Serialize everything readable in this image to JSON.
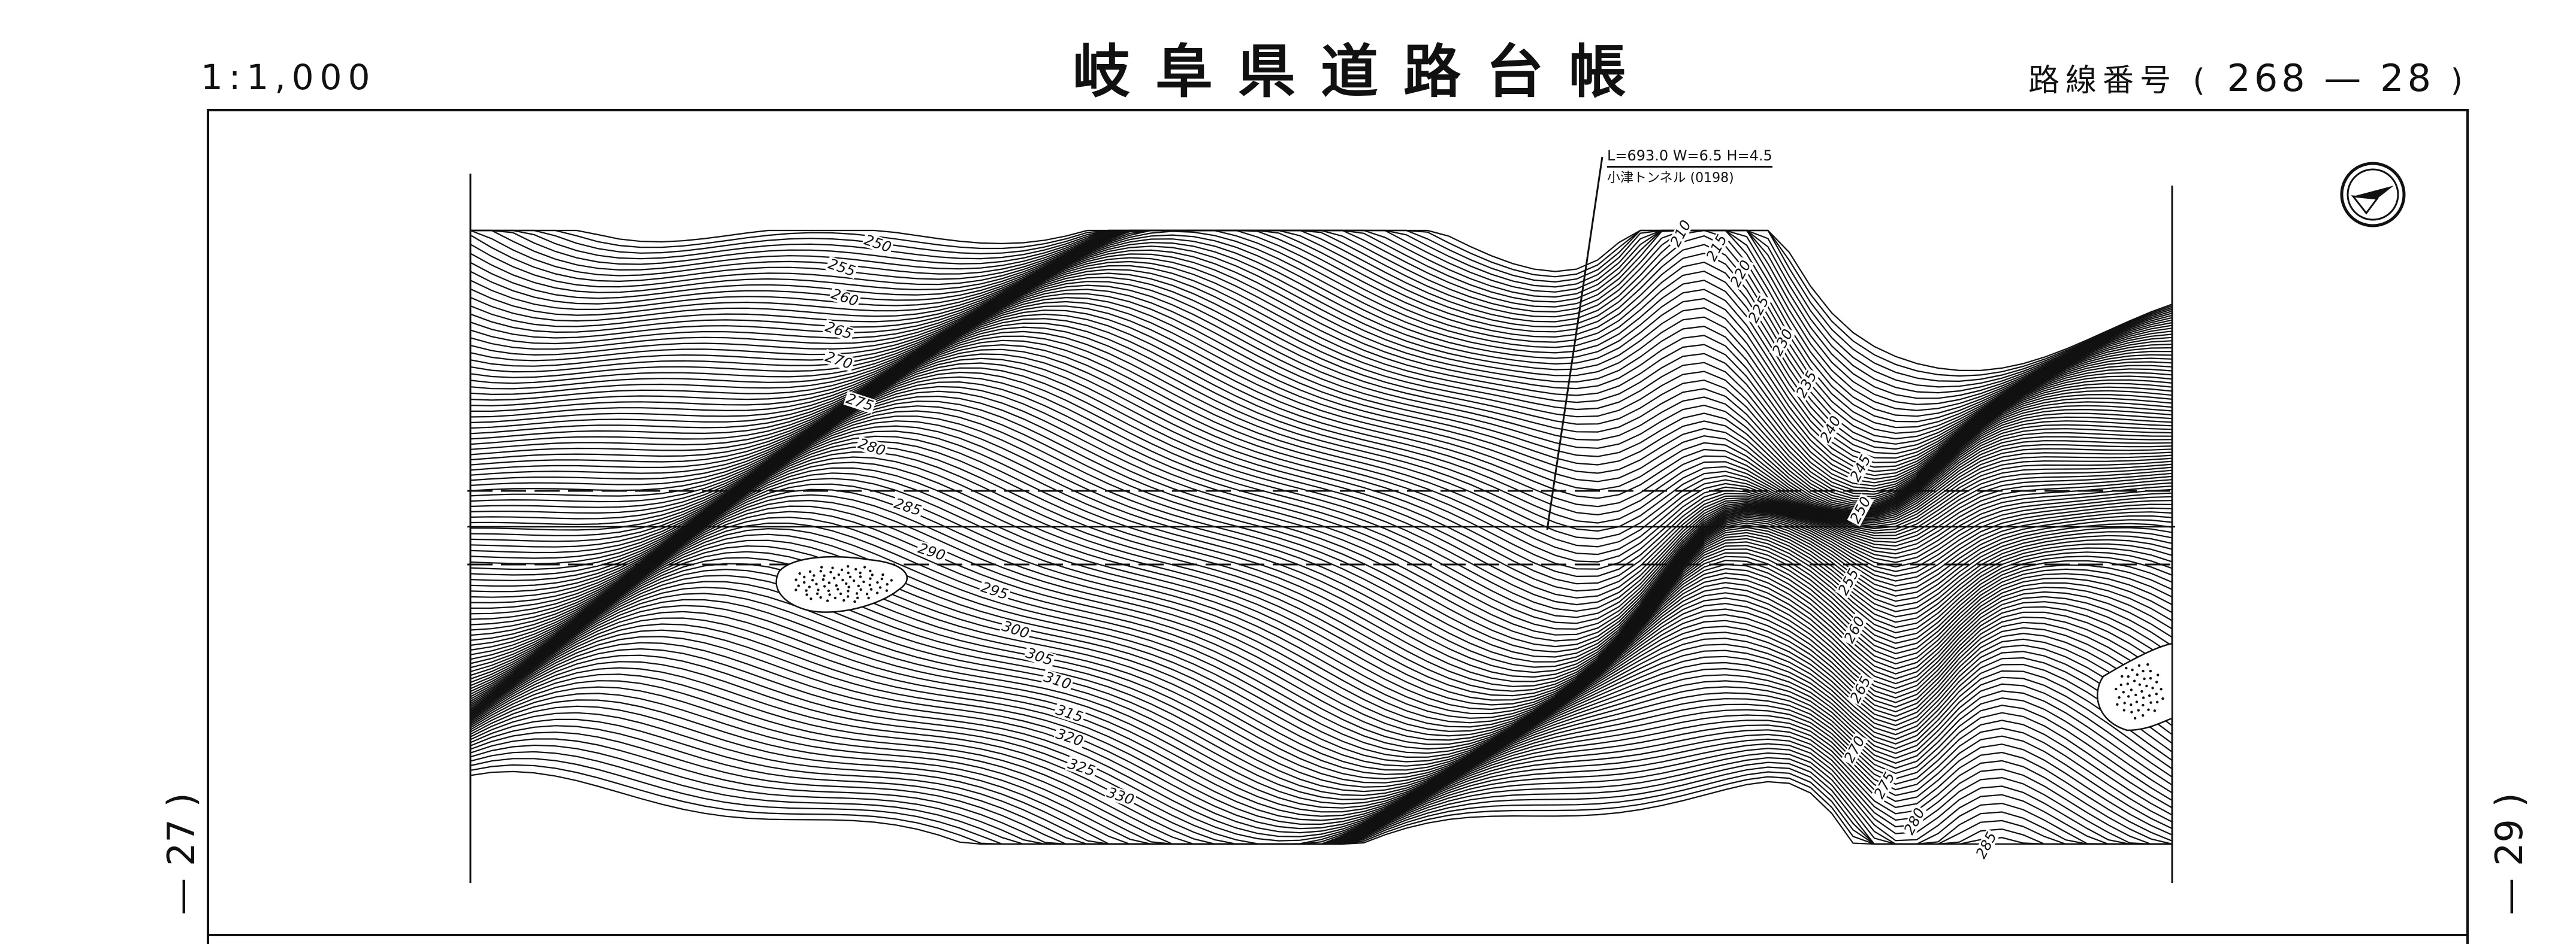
{
  "header": {
    "scale": "1:1,000",
    "title": "岐阜県道路台帳",
    "route_label": "路線番号",
    "route_open": "(",
    "route_number": "268 — 28",
    "route_close": ")"
  },
  "side_labels": {
    "left": "— 27 )",
    "right": "— 29 )"
  },
  "tunnel": {
    "dimensions": "L=693.0 W=6.5 H=4.5",
    "name": "小津トンネル (0198)"
  },
  "compass": {
    "icon": "north-arrow-icon"
  },
  "contour_labels": [
    "250",
    "255",
    "260",
    "265",
    "270",
    "275",
    "280",
    "285",
    "290",
    "295",
    "300",
    "305",
    "310",
    "315",
    "320",
    "325",
    "330",
    "210",
    "215",
    "220",
    "225",
    "230",
    "235",
    "240",
    "245",
    "250",
    "255",
    "260",
    "265",
    "270",
    "275",
    "280",
    "285"
  ],
  "colors": {
    "ink": "#111111",
    "paper": "#ffffff"
  }
}
